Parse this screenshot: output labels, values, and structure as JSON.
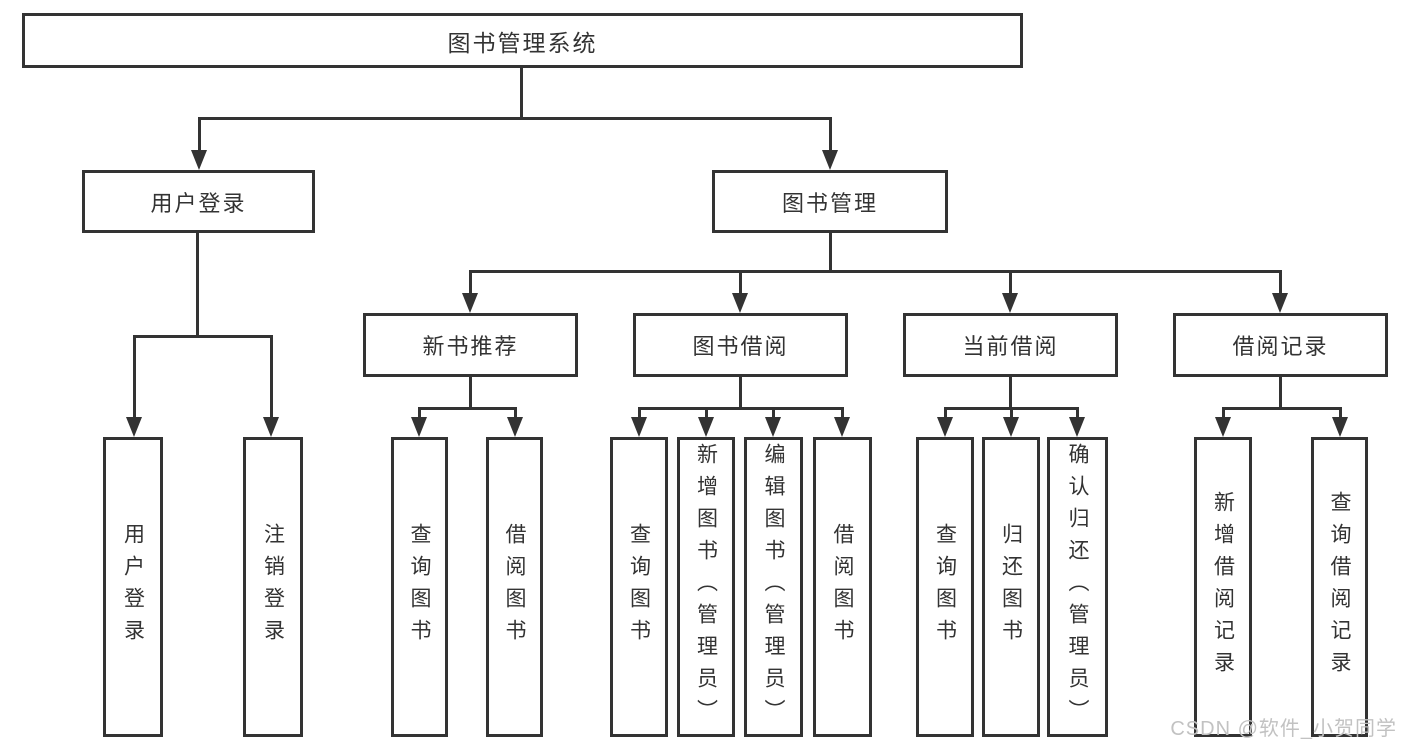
{
  "tree": {
    "label": "图书管理系统",
    "children": [
      {
        "label": "用户登录",
        "children": [
          {
            "label": "用户登录"
          },
          {
            "label": "注销登录"
          }
        ]
      },
      {
        "label": "图书管理",
        "children": [
          {
            "label": "新书推荐",
            "children": [
              {
                "label": "查询图书"
              },
              {
                "label": "借阅图书"
              }
            ]
          },
          {
            "label": "图书借阅",
            "children": [
              {
                "label": "查询图书"
              },
              {
                "label": "新增图书（管理员）"
              },
              {
                "label": "编辑图书（管理员）"
              },
              {
                "label": "借阅图书"
              }
            ]
          },
          {
            "label": "当前借阅",
            "children": [
              {
                "label": "查询图书"
              },
              {
                "label": "归还图书"
              },
              {
                "label": "确认归还（管理员）"
              }
            ]
          },
          {
            "label": "借阅记录",
            "children": [
              {
                "label": "新增借阅记录"
              },
              {
                "label": "查询借阅记录"
              }
            ]
          }
        ]
      }
    ]
  },
  "watermark": {
    "text": "CSDN @软件_小贺同学"
  },
  "colors": {
    "line": "#333333",
    "box_background": "#ffffff",
    "watermark": "#c2c2c2"
  }
}
